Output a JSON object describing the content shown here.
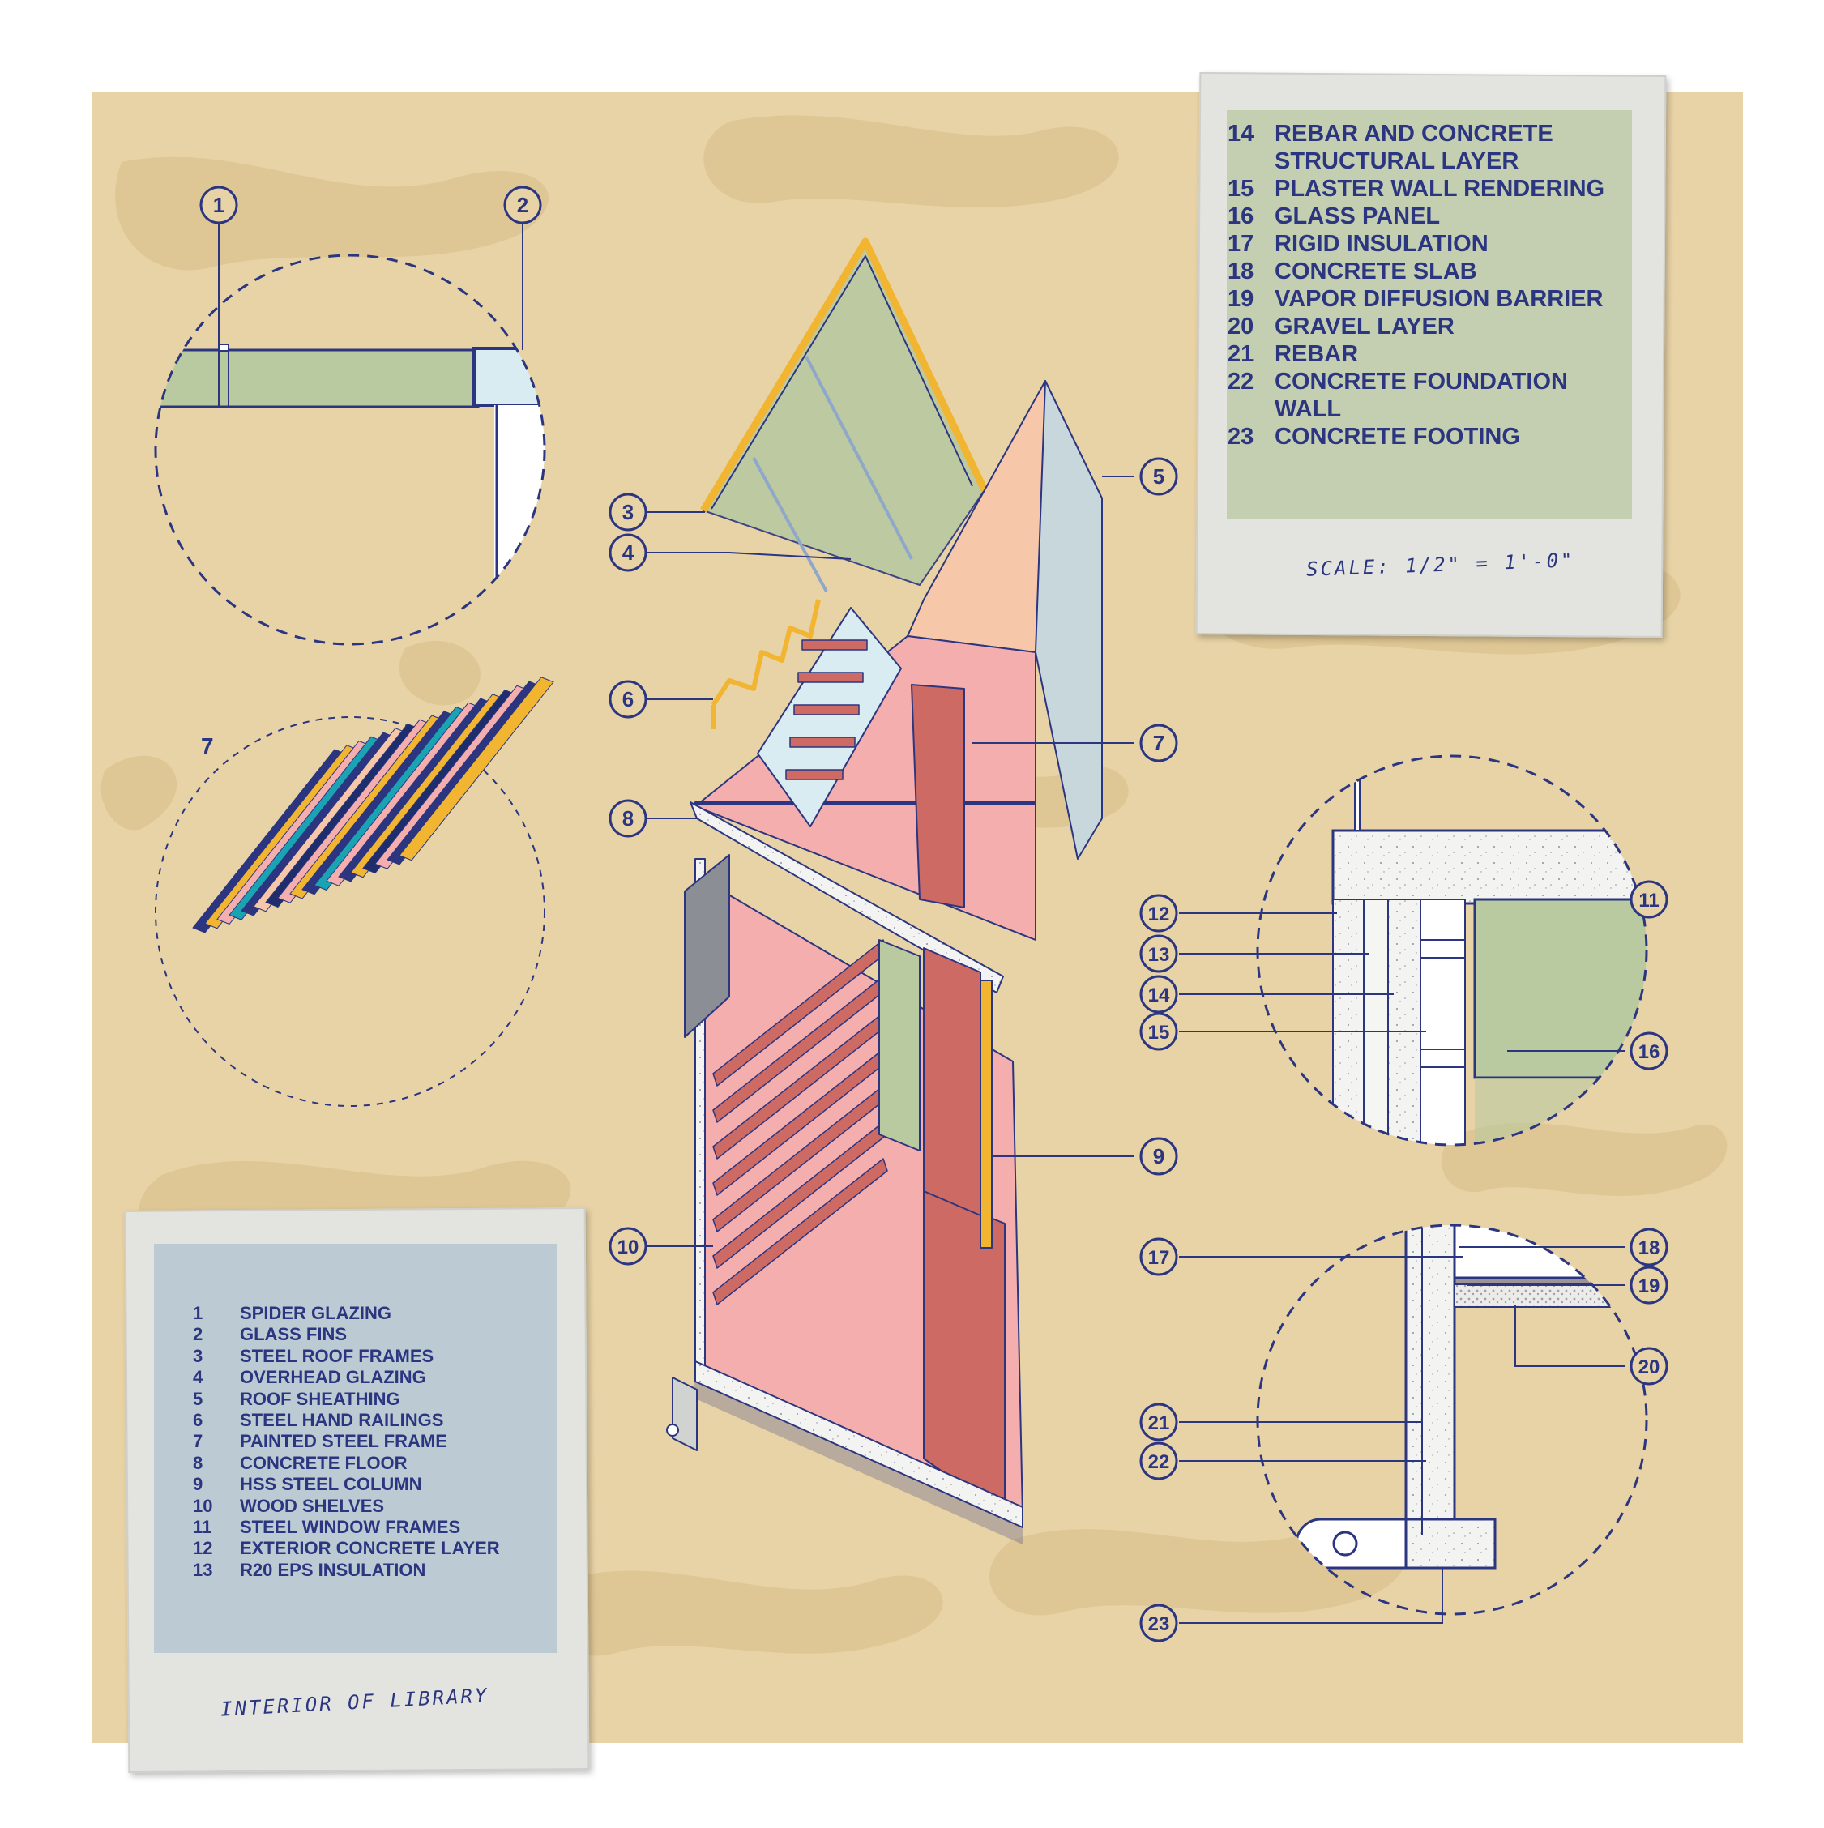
{
  "legend_top": {
    "items": [
      {
        "num": "14",
        "label": "REBAR AND CONCRETE STRUCTURAL LAYER"
      },
      {
        "num": "15",
        "label": "PLASTER WALL RENDERING"
      },
      {
        "num": "16",
        "label": "GLASS PANEL"
      },
      {
        "num": "17",
        "label": "RIGID INSULATION"
      },
      {
        "num": "18",
        "label": "CONCRETE SLAB"
      },
      {
        "num": "19",
        "label": "VAPOR DIFFUSION BARRIER"
      },
      {
        "num": "20",
        "label": "GRAVEL LAYER"
      },
      {
        "num": "21",
        "label": "REBAR"
      },
      {
        "num": "22",
        "label": "CONCRETE FOUNDATION WALL"
      },
      {
        "num": "23",
        "label": "CONCRETE FOOTING"
      }
    ],
    "caption": "SCALE: 1/2\" = 1'-0\""
  },
  "legend_bottom": {
    "items": [
      {
        "num": "1",
        "label": "SPIDER GLAZING"
      },
      {
        "num": "2",
        "label": "GLASS FINS"
      },
      {
        "num": "3",
        "label": "STEEL ROOF FRAMES"
      },
      {
        "num": "4",
        "label": "OVERHEAD GLAZING"
      },
      {
        "num": "5",
        "label": "ROOF SHEATHING"
      },
      {
        "num": "6",
        "label": "STEEL HAND RAILINGS"
      },
      {
        "num": "7",
        "label": "PAINTED STEEL FRAME"
      },
      {
        "num": "8",
        "label": "CONCRETE FLOOR"
      },
      {
        "num": "9",
        "label": "HSS STEEL COLUMN"
      },
      {
        "num": "10",
        "label": "WOOD SHELVES"
      },
      {
        "num": "11",
        "label": "STEEL WINDOW FRAMES"
      },
      {
        "num": "12",
        "label": "EXTERIOR CONCRETE LAYER"
      },
      {
        "num": "13",
        "label": "R20 EPS INSULATION"
      }
    ],
    "caption": "INTERIOR OF LIBRARY"
  },
  "callouts": [
    "1",
    "2",
    "3",
    "4",
    "5",
    "6",
    "7",
    "8",
    "9",
    "10",
    "11",
    "12",
    "13",
    "14",
    "15",
    "16",
    "17",
    "18",
    "19",
    "20",
    "21",
    "22",
    "23"
  ],
  "detail_label_7": "7",
  "colors": {
    "sand": "#e8d3a6",
    "sand_dark": "#d9bf8c",
    "navy": "#2b3580",
    "pink": "#f4aeae",
    "brick": "#cd6a64",
    "peach": "#f6c7a8",
    "glass": "#b9c9a0",
    "steel_blue": "#b6c8cf",
    "yellow": "#f2b531",
    "legend_green": "#c4cfb2",
    "legend_blue": "#bccbd3",
    "paper": "#e3e4df"
  }
}
